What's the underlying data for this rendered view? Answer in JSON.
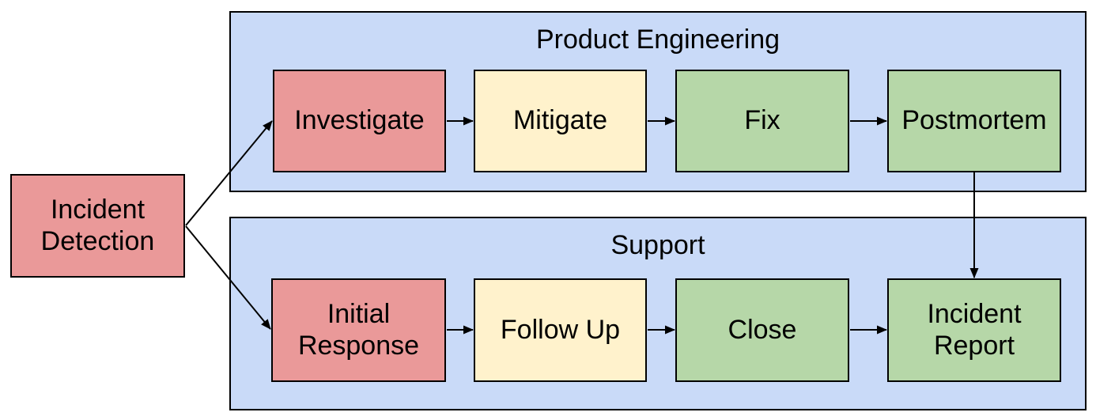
{
  "diagram": {
    "type": "flowchart",
    "nodes": {
      "incident_detection": {
        "label": "Incident Detection",
        "color": "#EA9999"
      },
      "investigate": {
        "label": "Investigate",
        "color": "#EA9999"
      },
      "mitigate": {
        "label": "Mitigate",
        "color": "#FFF2CC"
      },
      "fix": {
        "label": "Fix",
        "color": "#B6D7A8"
      },
      "postmortem": {
        "label": "Postmortem",
        "color": "#B6D7A8"
      },
      "initial_response": {
        "label": "Initial Response",
        "color": "#EA9999"
      },
      "follow_up": {
        "label": "Follow Up",
        "color": "#FFF2CC"
      },
      "close": {
        "label": "Close",
        "color": "#B6D7A8"
      },
      "incident_report": {
        "label": "Incident Report",
        "color": "#B6D7A8"
      }
    },
    "lanes": [
      {
        "title": "Product Engineering",
        "color": "#C9DAF8",
        "nodes": [
          "investigate",
          "mitigate",
          "fix",
          "postmortem"
        ]
      },
      {
        "title": "Support",
        "color": "#C9DAF8",
        "nodes": [
          "initial_response",
          "follow_up",
          "close",
          "incident_report"
        ]
      }
    ],
    "edges": [
      {
        "from": "incident_detection",
        "to": "investigate"
      },
      {
        "from": "incident_detection",
        "to": "initial_response"
      },
      {
        "from": "investigate",
        "to": "mitigate"
      },
      {
        "from": "mitigate",
        "to": "fix"
      },
      {
        "from": "fix",
        "to": "postmortem"
      },
      {
        "from": "postmortem",
        "to": "incident_report"
      },
      {
        "from": "initial_response",
        "to": "follow_up"
      },
      {
        "from": "follow_up",
        "to": "close"
      },
      {
        "from": "close",
        "to": "incident_report"
      }
    ],
    "colors": {
      "node_red": "#EA9999",
      "node_yellow": "#FFF2CC",
      "node_green": "#B6D7A8",
      "lane_blue": "#C9DAF8",
      "border": "#000000",
      "background": "#FFFFFF"
    }
  }
}
